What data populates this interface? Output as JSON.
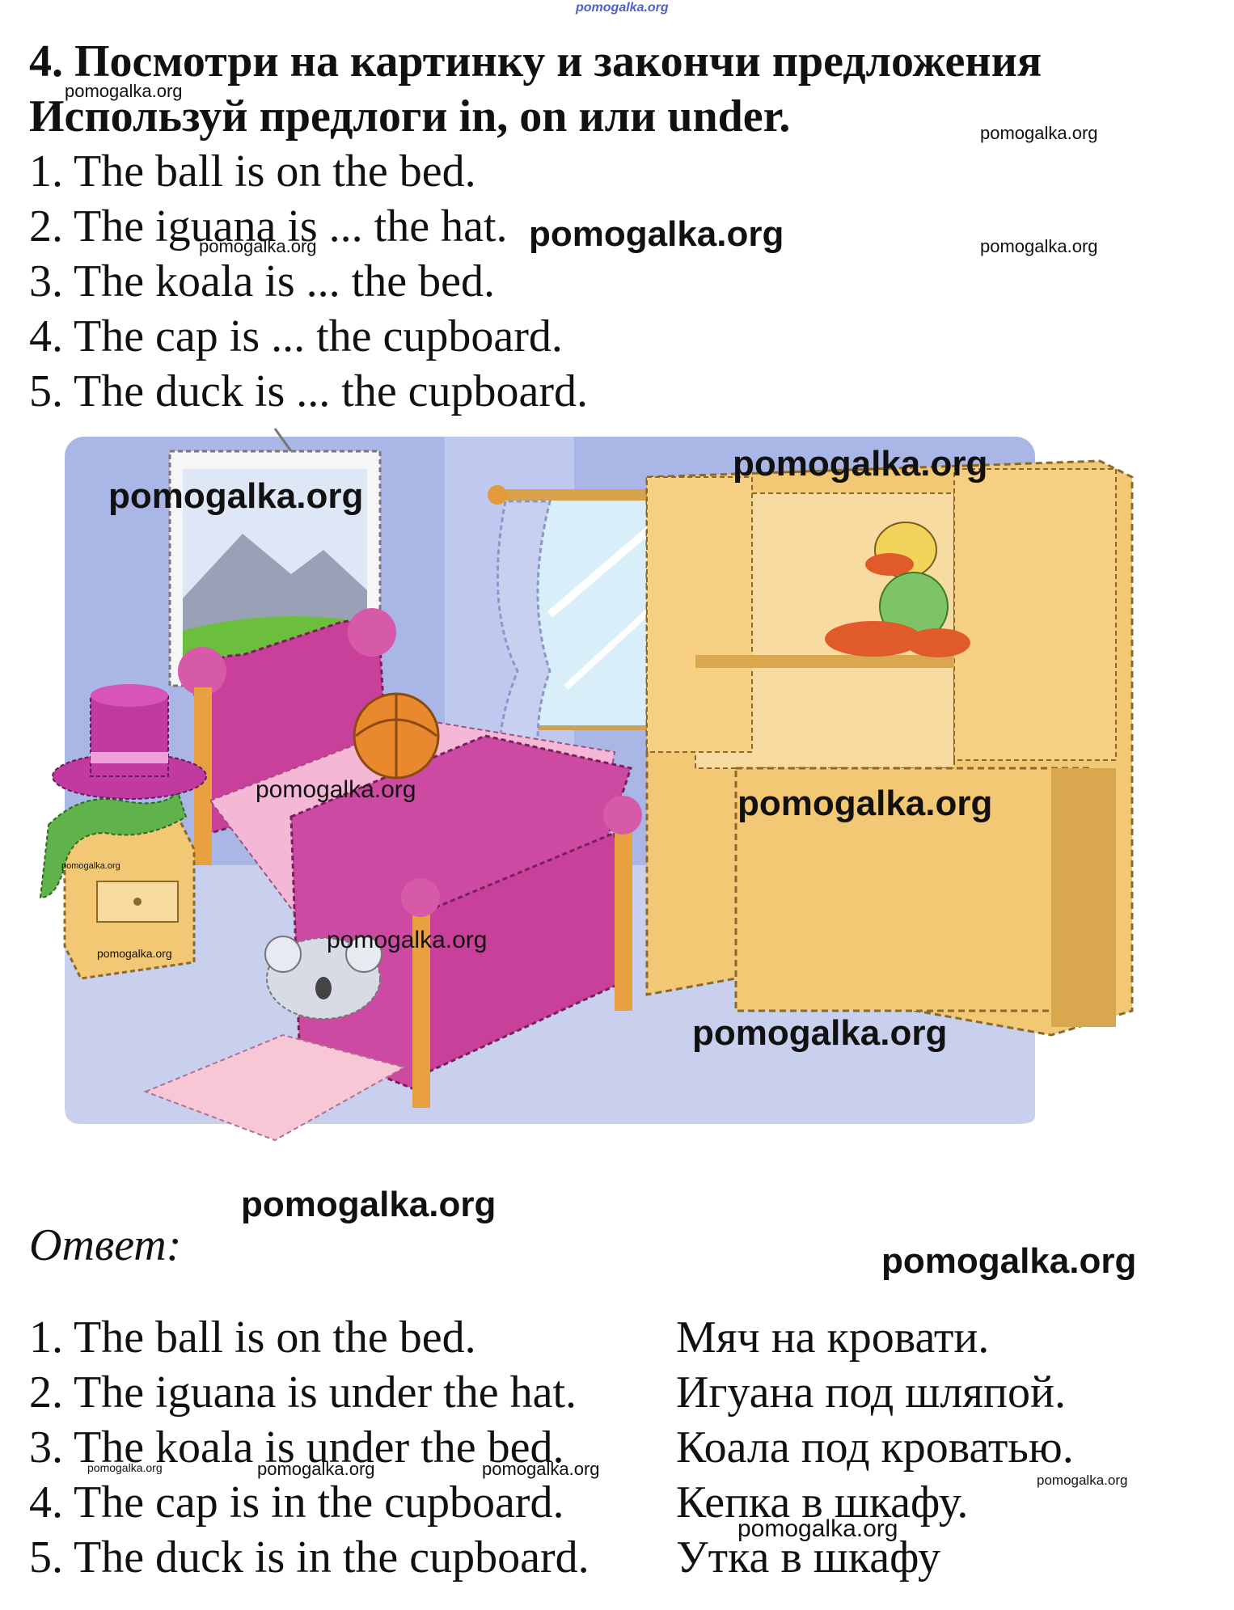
{
  "header": {
    "site_mark": "pomogalka.org",
    "title_line1": "4. Посмотри на картинку и закончи предложения",
    "title_line2": "Используй предлоги in, on или under."
  },
  "exercise": [
    "1. The ball is on the bed.",
    "2. The iguana is ... the hat.",
    "3. The koala is ... the bed.",
    "4. The cap is ... the cupboard.",
    "5. The duck is ... the cupboard."
  ],
  "answer_label": "Ответ:",
  "answers_en": [
    "1. The ball is on the bed.",
    "2. The iguana is under the hat.",
    "3. The koala is under the bed.",
    "4. The cap is in the cupboard.",
    "5. The duck is in the cupboard."
  ],
  "answers_ru": [
    "Мяч на кровати.",
    "Игуана под шляпой.",
    "Коала под кроватью.",
    "Кепка в шкафу.",
    "Утка в шкафу"
  ],
  "watermark": "pomogalka.org",
  "colors": {
    "wall": "#aab6e6",
    "floor": "#c9d0ee",
    "bed_pink": "#c8409a",
    "bed_light": "#f4b8d6",
    "cupboard": "#f3c874",
    "cupboard_dark": "#d9a84e",
    "ball": "#e8892e",
    "hat": "#c03aa0",
    "iguana": "#5fb34a",
    "duck": "#e05a2a",
    "rug": "#f7c7d6"
  }
}
